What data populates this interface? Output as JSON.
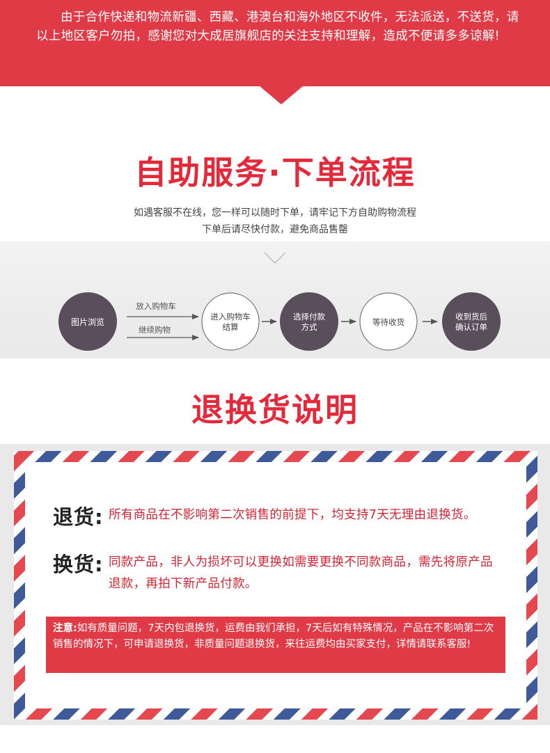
{
  "notice": {
    "text": "由于合作快递和物流新疆、西藏、港澳台和海外地区不收件，无法派送，不送货，请以上地区客户勿拍，感谢您对大成居旗舰店的关注支持和理解，造成不便请多多谅解!"
  },
  "self_service": {
    "title": "自助服务·下单流程",
    "subtitle_line1": "如遇客服不在线，您一样可以随时下单，请牢记下方自助购物流程",
    "subtitle_line2": "下单后请尽快付款，避免商品售罄"
  },
  "flow": {
    "step1": "图片浏览",
    "branch_top": "放入购物车",
    "branch_bottom": "继续购物",
    "step2_line1": "进入购物车",
    "step2_line2": "结算",
    "step3_line1": "选择付款",
    "step3_line2": "方式",
    "step4": "等待收货",
    "step5_line1": "收到货后",
    "step5_line2": "确认订单",
    "colors": {
      "dark_circle": "#5a4d5c",
      "outline_circle": "#ffffff",
      "arrow": "#555555"
    }
  },
  "returns": {
    "title": "退换货说明",
    "return_label": "退货:",
    "return_text": "所有商品在不影响第二次销售的前提下，均支持7天无理由退换货。",
    "exchange_label": "换货:",
    "exchange_text": "同款产品，非人为损坏可以更换如需要更换不同款商品，需先将原产品退款，再拍下新产品付款。",
    "note_label": "注意:",
    "note_text": "如有质量问题，7天内包退换货，运费由我们承担，7天后如有特殊情况，产品在不影响第二次销售的情况下，可申请退换货，非质量问题退换货，来往运费均由买家支付，详情请联系客服!"
  },
  "colors": {
    "brand_red": "#e03a47",
    "title_red": "#e22a3b",
    "airmail_blue": "#3e5a99"
  }
}
